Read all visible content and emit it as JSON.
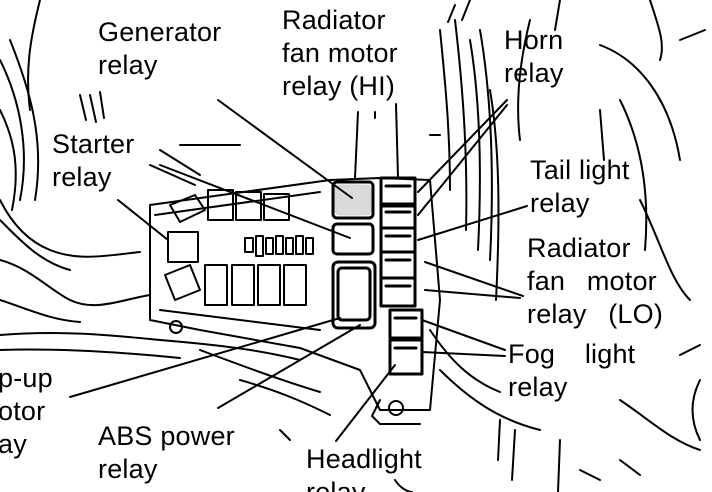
{
  "labels": {
    "generator": [
      "Generator",
      "relay"
    ],
    "radiator_hi": [
      "Radiator",
      "fan motor",
      "relay (HI)"
    ],
    "horn": [
      "Horn",
      "relay"
    ],
    "starter": [
      "Starter",
      "relay"
    ],
    "tail_light": [
      "Tail light",
      "relay"
    ],
    "radiator_lo": [
      "Radiator",
      "fan motor",
      "relay (LO)"
    ],
    "fog_light": [
      "Fog light",
      "relay"
    ],
    "popup_motor": [
      "p-up",
      "otor",
      "ay"
    ],
    "abs_power": [
      "ABS power",
      "relay"
    ],
    "headlight": [
      "Headlight",
      "relay"
    ]
  },
  "colors": {
    "ink": "#000000",
    "paper": "#ffffff",
    "relay_fill": "#111111"
  }
}
